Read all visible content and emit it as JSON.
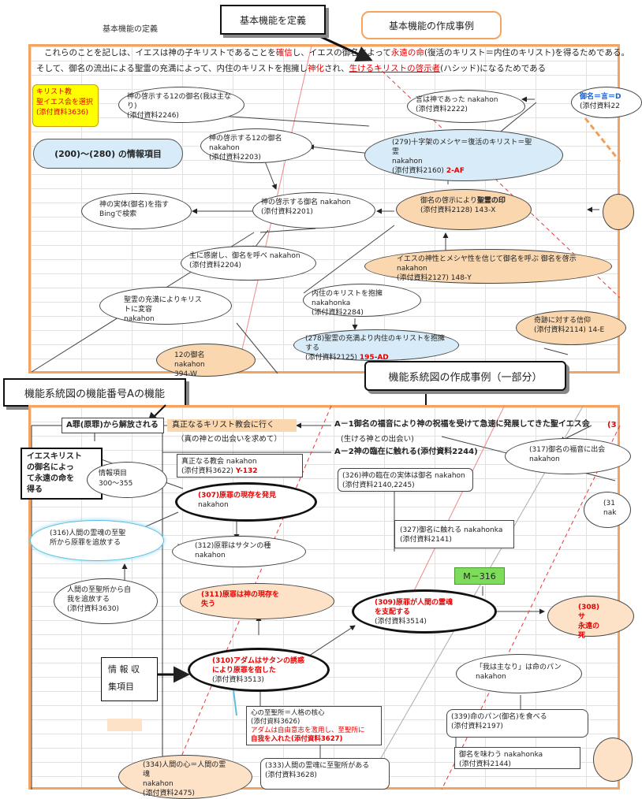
{
  "header": {
    "small_title": "基本機能の定義",
    "callout_define": "基本機能を定義",
    "callout_example": "基本機能の作成事例"
  },
  "top": {
    "intro_line1_a": "これらのことを記しは、イエスは神の子キリストであることを",
    "intro_line1_b": "確信",
    "intro_line1_c": "し、イエスの御名によって",
    "intro_line1_d": "永遠の命",
    "intro_line1_e": "(復活のキリスト＝内住のキリスト)を得るためである。",
    "intro_line2_a": "そして、御名の流出による聖霊の充満によって、内住のキリストを抱擁し",
    "intro_line2_b": "神化",
    "intro_line2_c": "され、",
    "intro_line2_d": "生けるキリストの啓示者",
    "intro_line2_e": "(ハシッド)になるためである",
    "yellow_note": [
      "キリスト教",
      "聖イエス会を選択",
      "(添付資料3636)"
    ],
    "cloud": "(200)〜(280) の情報項目",
    "n1": [
      "神の啓示する12の御名(我は主なり)",
      "(添付資料2246)"
    ],
    "n2": [
      "神の啓示する12の御名 nakahon",
      "(添付資料2203)"
    ],
    "n3": [
      "神の実体(御名)を指す",
      "Bingで検索"
    ],
    "n4": [
      "神の啓示する御名 nakahon",
      "(添付資料2201)"
    ],
    "n5": [
      "主に感謝し、御名を呼べ nakahon",
      "(添付資料2204)"
    ],
    "n6": [
      "聖霊の充満によりキリストに変容",
      "nakahon"
    ],
    "n7": [
      "内住のキリストを抱擁 nakahonka",
      "(添付資料2284)"
    ],
    "n8a": "(278)聖霊の充満より内住のキリストを抱擁する",
    "n8b": "(添付資料2125)",
    "n8c": "195-AD",
    "n9": [
      "12の御名 nakahon",
      "394-W"
    ],
    "n10": [
      "言は神であった nakahon",
      "(添付資料2222)"
    ],
    "n11": [
      "御名＝言＝D",
      "(添付資料22"
    ],
    "n12a": "(279)十字架のメシヤ＝復活のキリスト＝聖霊",
    "n12b": "nakahon",
    "n12c": "(添付資料2160)",
    "n12d": "2-AF",
    "n13a": "御名の啓示により",
    "n13b": "聖霊の印",
    "n13c": "(添付資料2128) 143-X",
    "n14": [
      "イエスの神性とメシヤ性を信じて御名を呼ぶ 御名を啓示 nakahon",
      "(添付資料2127) 148-Y"
    ],
    "n15": [
      "奇跡に対する信仰",
      "(添付資料2114) 14-E"
    ]
  },
  "middle": {
    "callout_func_a": "機能系統図の機能番号Aの機能",
    "callout_system": "機能系統図の作成事例（一部分）"
  },
  "bottom": {
    "a_box": "A罪(原罪)から解放される",
    "true_church": "真正なるキリスト教会に行く",
    "true_church_sub": "（真の神との出会いを求めて）",
    "a1": "A－1御名の福音により神の祝福を受けて急速に発展してきた聖イエス会",
    "a1_sub": "(生ける神との出会い)",
    "a2": "A－2神の臨在に触れる(添付資料2244)",
    "a3_tag": "(3",
    "left_box": [
      "イエスキリスト",
      "の御名によっ",
      "て永遠の命を",
      "得る"
    ],
    "info_cloud": [
      "情報項目",
      "300〜355"
    ],
    "true_church_box_a": "真正なる教会 nakahon",
    "true_church_box_b": "(添付資料3622)",
    "true_church_box_c": "Y-132",
    "n326": [
      "(326)神の臨在の実体は御名 nakahon",
      "(添付資料2140,2245)"
    ],
    "n317": [
      "(317)御名の福音に出会",
      "nakahon"
    ],
    "n316_tag": [
      "(31",
      "nak"
    ],
    "n307a": "(307)原罪の現存を発見",
    "n307b": "nakahon",
    "n316": [
      "(316)人間の霊魂の至聖",
      "所から原罪を追放する"
    ],
    "n312": [
      "(312)原罪はサタンの種",
      "nakahon"
    ],
    "n327": [
      "(327)御名に触れる nakahonka",
      "(添付資料2141)"
    ],
    "m316": "M－316",
    "n_self": [
      "人間の至聖所から自",
      "我を追放する",
      "(添付資料3630)"
    ],
    "n311": [
      "(311)原罪は神の現存を",
      "失う"
    ],
    "n309a": "(309)原罪が人間の霊魂",
    "n309b": "を支配する",
    "n309c": "(添付資料3514)",
    "n308": [
      "(308)サ",
      "永遠の死"
    ],
    "info_collect": [
      "情 報 収",
      "集項目"
    ],
    "n310a": "(310)アダムはサタンの誘惑",
    "n310b": "により原罪を宿した",
    "n310c": "(添付資料3513)",
    "bread": [
      "「我は主なり」は命のパン",
      "nakahon"
    ],
    "heart_a": "心の至聖所＝人格の核心",
    "heart_b": "(添付資料3626)",
    "heart_c": "アダムは自由意志を濫用し、至聖所に",
    "heart_d": "自我を入れた(添付資料3627)",
    "n339": [
      "(339)命のパン(御名)を食べる",
      "(添付資料2197)"
    ],
    "taste": [
      "御名を味わう nakahonka",
      "(添付資料2144)"
    ],
    "n334": [
      "(334)人間の心＝人間の霊魂",
      "nakahon",
      "(添付資料2475)"
    ],
    "n333": [
      "(333)人間の霊魂に至聖所がある",
      "(添付資料3628)"
    ]
  }
}
